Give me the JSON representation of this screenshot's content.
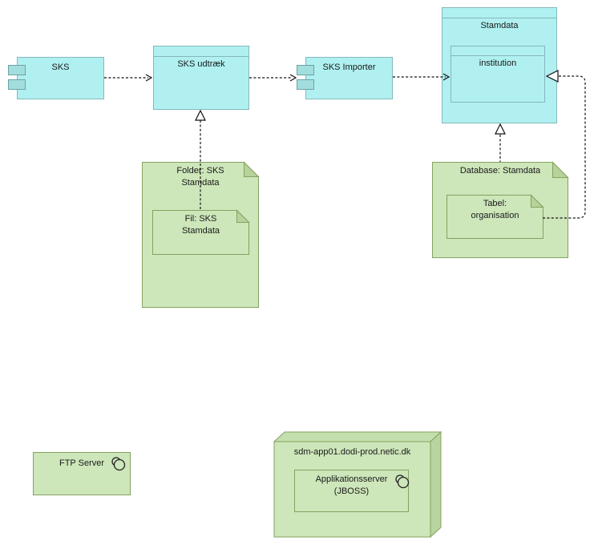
{
  "colors": {
    "component_fill": "#b0f0f0",
    "component_border": "#85b8bc",
    "port_fill": "#a2dede",
    "port_border": "#6da2a6",
    "note_fill": "#cde6ba",
    "note_border": "#84a35e",
    "note_fold": "#b7d29b",
    "node_top": "#c4dfae",
    "node_right": "#b8d4a1",
    "connector": "#111111",
    "text_color": "#1a1a1a"
  },
  "components": {
    "sks": {
      "label": "SKS"
    },
    "sks_udtraek": {
      "label": "SKS udtræk"
    },
    "sks_importer": {
      "label": "SKS Importer"
    },
    "stamdata": {
      "label": "Stamdata"
    },
    "institution": {
      "label": "institution"
    }
  },
  "artifacts": {
    "folder": {
      "label": "Folder: SKS\nStamdata"
    },
    "fil": {
      "label": "Fil: SKS\nStamdata"
    },
    "database": {
      "label": "Database: Stamdata"
    },
    "tabel": {
      "label": "Tabel:\norganisation"
    }
  },
  "nodes": {
    "ftp_server": {
      "label": "FTP Server"
    },
    "app_host": {
      "label": "sdm-app01.dodi-prod.netic.dk"
    },
    "app_server": {
      "label": "Applikationsserver\n(JBOSS)"
    }
  }
}
